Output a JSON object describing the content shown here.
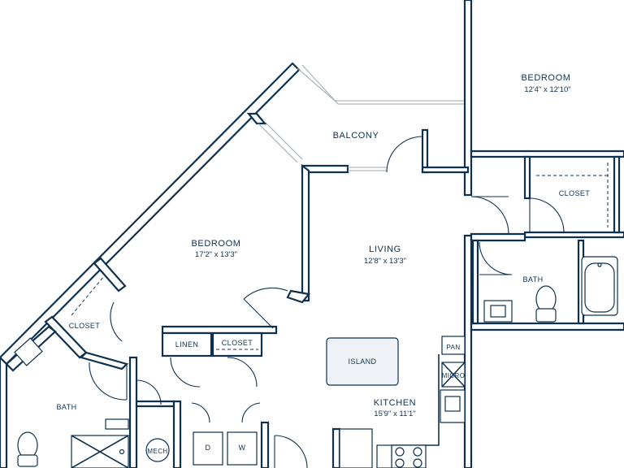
{
  "rooms": {
    "bedroom_right": {
      "name": "BEDROOM",
      "dims": "12'4\" x 12'10\""
    },
    "balcony": {
      "name": "BALCONY"
    },
    "closet_right": {
      "name": "CLOSET"
    },
    "bath_right": {
      "name": "BATH"
    },
    "living": {
      "name": "LIVING",
      "dims": "12'8\" x 13'3\""
    },
    "bedroom_main": {
      "name": "BEDROOM",
      "dims": "17'2\" x 13'3\""
    },
    "closet_left": {
      "name": "CLOSET"
    },
    "linen": {
      "name": "LINEN"
    },
    "closet_mid": {
      "name": "CLOSET"
    },
    "bath_left": {
      "name": "BATH"
    },
    "kitchen": {
      "name": "KITCHEN",
      "dims": "15'9\" x 11'1\""
    },
    "island": {
      "name": "ISLAND"
    },
    "pantry": {
      "name": "PAN"
    },
    "micro": {
      "name": "MICRO"
    },
    "mech": {
      "name": "MECH"
    },
    "dryer": {
      "name": "D"
    },
    "washer": {
      "name": "W"
    }
  },
  "colors": {
    "wall": "#0f3150",
    "fixture": "#eef1f6",
    "window": "#9aa6b2"
  }
}
